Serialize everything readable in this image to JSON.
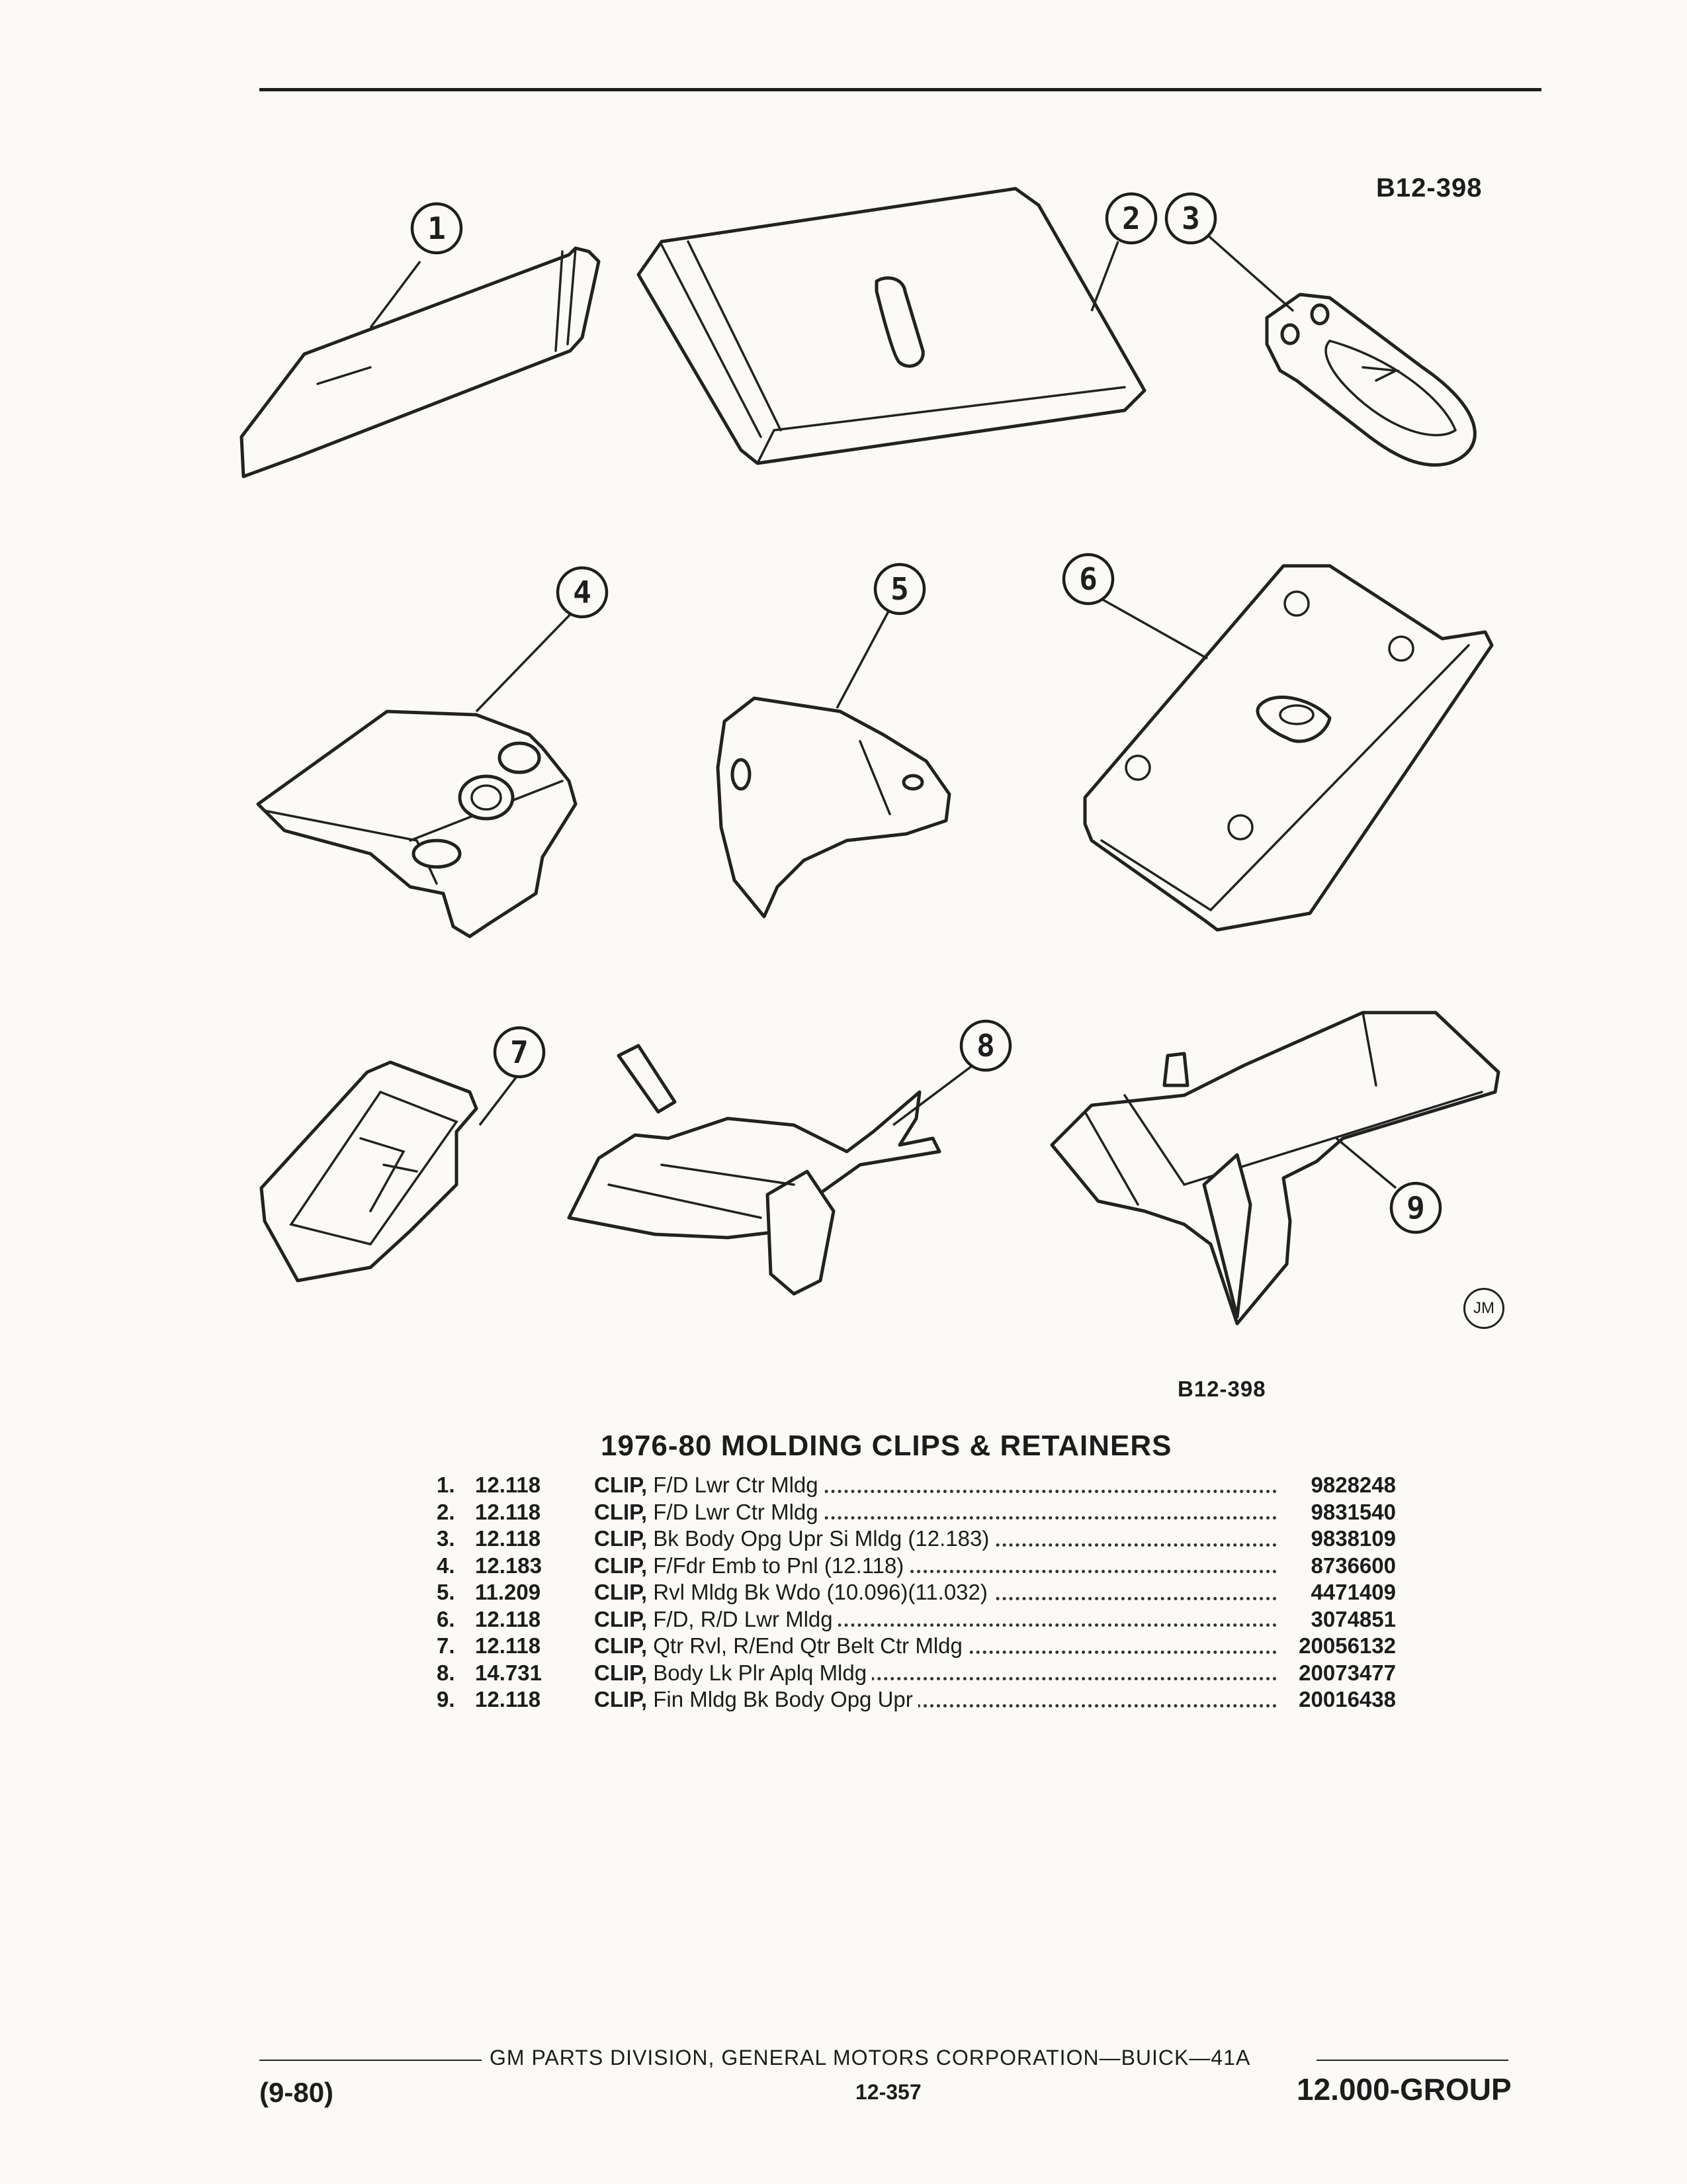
{
  "illustration_ref": "B12-398",
  "artist_mark": "JM",
  "callouts": [
    "1",
    "2",
    "3",
    "4",
    "5",
    "6",
    "7",
    "8",
    "9"
  ],
  "title": "1976-80 MOLDING CLIPS & RETAINERS",
  "items": [
    {
      "index": "1.",
      "group": "12.118",
      "name": "CLIP,",
      "desc": " F/D Lwr Ctr Mldg",
      "part": "9828248"
    },
    {
      "index": "2.",
      "group": "12.118",
      "name": "CLIP,",
      "desc": " F/D Lwr Ctr Mldg",
      "part": "9831540"
    },
    {
      "index": "3.",
      "group": "12.118",
      "name": "CLIP,",
      "desc": " Bk Body Opg Upr Si Mldg (12.183)",
      "part": "9838109"
    },
    {
      "index": "4.",
      "group": "12.183",
      "name": "CLIP,",
      "desc": " F/Fdr Emb to Pnl (12.118)",
      "part": "8736600"
    },
    {
      "index": "5.",
      "group": "11.209",
      "name": "CLIP,",
      "desc": " Rvl Mldg Bk Wdo (10.096)(11.032)",
      "part": "4471409"
    },
    {
      "index": "6.",
      "group": "12.118",
      "name": "CLIP,",
      "desc": " F/D, R/D Lwr Mldg",
      "part": "3074851"
    },
    {
      "index": "7.",
      "group": "12.118",
      "name": "CLIP,",
      "desc": " Qtr Rvl, R/End Qtr Belt Ctr Mldg",
      "part": "20056132"
    },
    {
      "index": "8.",
      "group": "14.731",
      "name": "CLIP,",
      "desc": " Body Lk Plr Aplq Mldg",
      "part": "20073477"
    },
    {
      "index": "9.",
      "group": "12.118",
      "name": "CLIP,",
      "desc": " Fin Mldg Bk Body Opg Upr",
      "part": "20016438"
    }
  ],
  "footer": {
    "publisher": "GM PARTS DIVISION, GENERAL MOTORS CORPORATION—BUICK—41A",
    "date": "(9-80)",
    "page": "12-357",
    "group": "12.000-GROUP"
  }
}
